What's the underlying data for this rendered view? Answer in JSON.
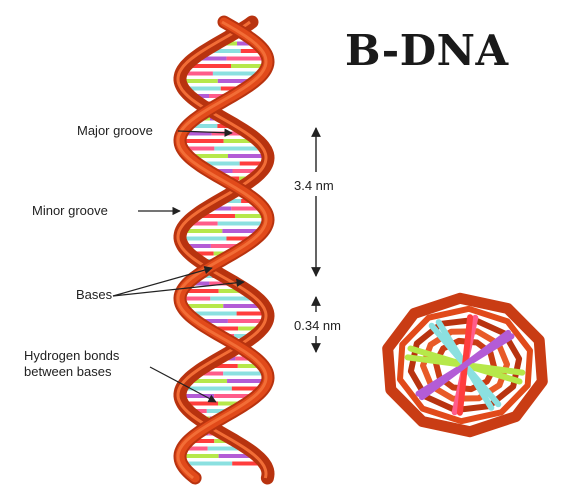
{
  "title": "B-DNA",
  "labels": {
    "major_groove": "Major groove",
    "minor_groove": "Minor groove",
    "bases": "Bases",
    "hydrogen_bonds": "Hydrogen bonds\nbetween bases",
    "pitch": "3.4 nm",
    "rise": "0.34 nm"
  },
  "colors": {
    "strand": "#e14a1a",
    "strand_light": "#f26d36",
    "strand_dark": "#b8330f",
    "bases": [
      "#ff5c8a",
      "#b6e84a",
      "#8be0e0",
      "#b35cd6",
      "#ff3d3d"
    ]
  }
}
